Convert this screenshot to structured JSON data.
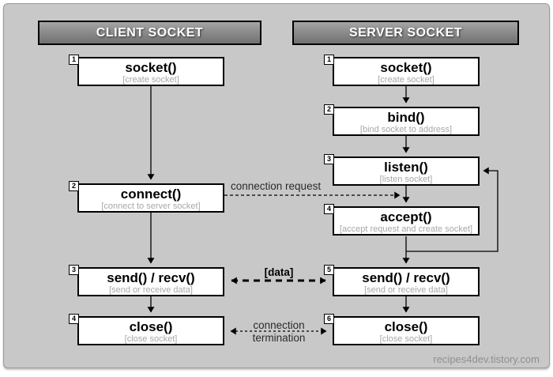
{
  "client": {
    "header": "CLIENT SOCKET",
    "steps": [
      {
        "num": "1",
        "label": "socket()",
        "desc": "[create socket]"
      },
      {
        "num": "2",
        "label": "connect()",
        "desc": "[connect to server socket]"
      },
      {
        "num": "3",
        "label": "send() / recv()",
        "desc": "[send or receive data]"
      },
      {
        "num": "4",
        "label": "close()",
        "desc": "[close socket]"
      }
    ]
  },
  "server": {
    "header": "SERVER SOCKET",
    "steps": [
      {
        "num": "1",
        "label": "socket()",
        "desc": "[create socket]"
      },
      {
        "num": "2",
        "label": "bind()",
        "desc": "[bind socket to address]"
      },
      {
        "num": "3",
        "label": "listen()",
        "desc": "[listen socket]"
      },
      {
        "num": "4",
        "label": "accept()",
        "desc": "[accept request and create socket]"
      },
      {
        "num": "5",
        "label": "send() / recv()",
        "desc": "[send or receive data]"
      },
      {
        "num": "6",
        "label": "close()",
        "desc": "[close socket]"
      }
    ]
  },
  "labels": {
    "connection_request": "connection request",
    "data": "[data]",
    "termination_line1": "connection",
    "termination_line2": "termination"
  },
  "watermark": {
    "text": "recipes4dev.tistory.com"
  },
  "colors": {
    "panel_bg": "#c8c8c8",
    "panel_border": "#9a9a9a",
    "header_top": "#a6a6a6",
    "header_bottom": "#717171",
    "header_text": "#ffffff",
    "box_bg": "#ffffff",
    "box_border": "#000000",
    "fn_text": "#000000",
    "desc_text": "#a8a8a8",
    "arrow": "#000000",
    "watermark_text": "#8f8f8f"
  }
}
